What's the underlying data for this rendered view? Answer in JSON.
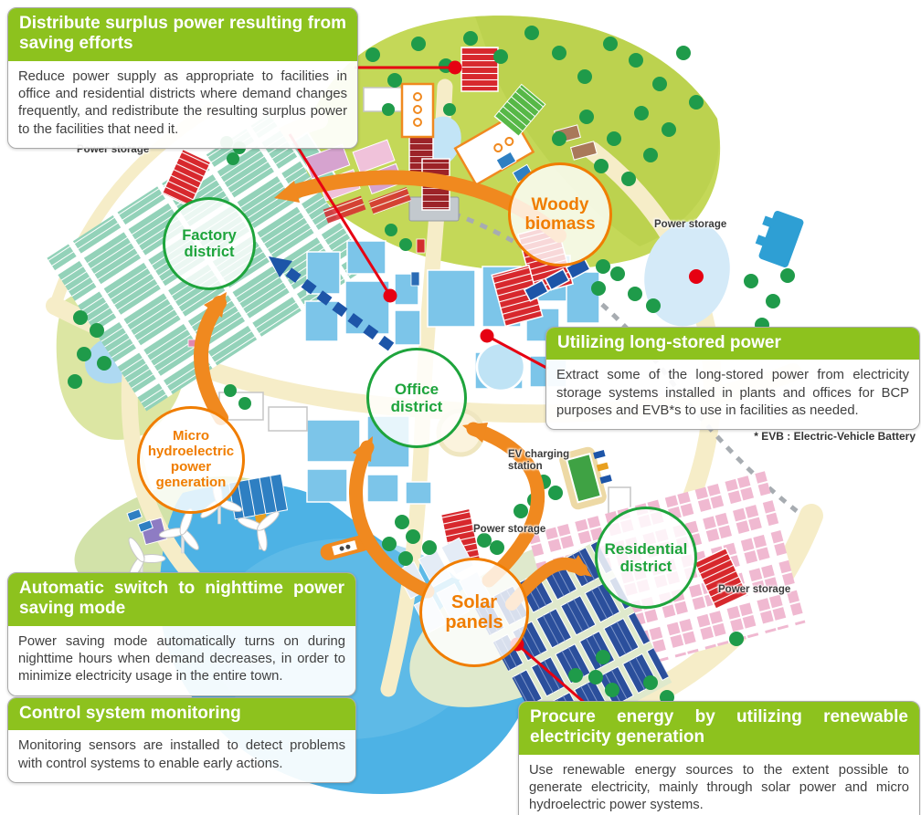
{
  "callouts": {
    "distribute_surplus": {
      "title": "Distribute surplus power resulting from saving efforts",
      "body": "Reduce power supply as appropriate to facilities in office and residential districts where demand changes frequently, and redistribute the resulting surplus power to the facilities that need it."
    },
    "long_stored_power": {
      "title": "Utilizing long-stored power",
      "body": "Extract some of the long-stored power from electricity storage systems installed in plants and offices for BCP purposes and EVB*s to use in facilities as needed.",
      "footnote": "* EVB : Electric-Vehicle Battery"
    },
    "nighttime_saving": {
      "title": "Automatic switch to nighttime power saving mode",
      "body": "Power saving mode automatically turns on during nighttime hours when demand decreases, in order to minimize electricity usage in the entire town."
    },
    "control_monitoring": {
      "title": "Control system monitoring",
      "body": "Monitoring sensors are installed to detect problems with control systems to enable early actions."
    },
    "procure_renewable": {
      "title": "Procure energy by utilizing renewable electricity generation",
      "body": "Use renewable energy sources to the extent possible to generate electricity, mainly through solar power and micro hydroelectric power systems."
    }
  },
  "districts": {
    "factory": {
      "label": "Factory district"
    },
    "office": {
      "label": "Office district"
    },
    "residential": {
      "label": "Residential district"
    }
  },
  "energy_sources": {
    "woody_biomass": {
      "label": "Woody biomass"
    },
    "micro_hydro": {
      "label": "Micro hydroelectric power generation"
    },
    "solar": {
      "label": "Solar panels"
    }
  },
  "map_labels": {
    "power_storage": "Power storage",
    "ev_charging": "EV charging station"
  },
  "colors": {
    "callout_green": "#8dc21e",
    "district_green": "#1ea43c",
    "source_orange": "#f07d00",
    "arrow_orange": "#f0891f",
    "connector_red": "#e60012"
  }
}
